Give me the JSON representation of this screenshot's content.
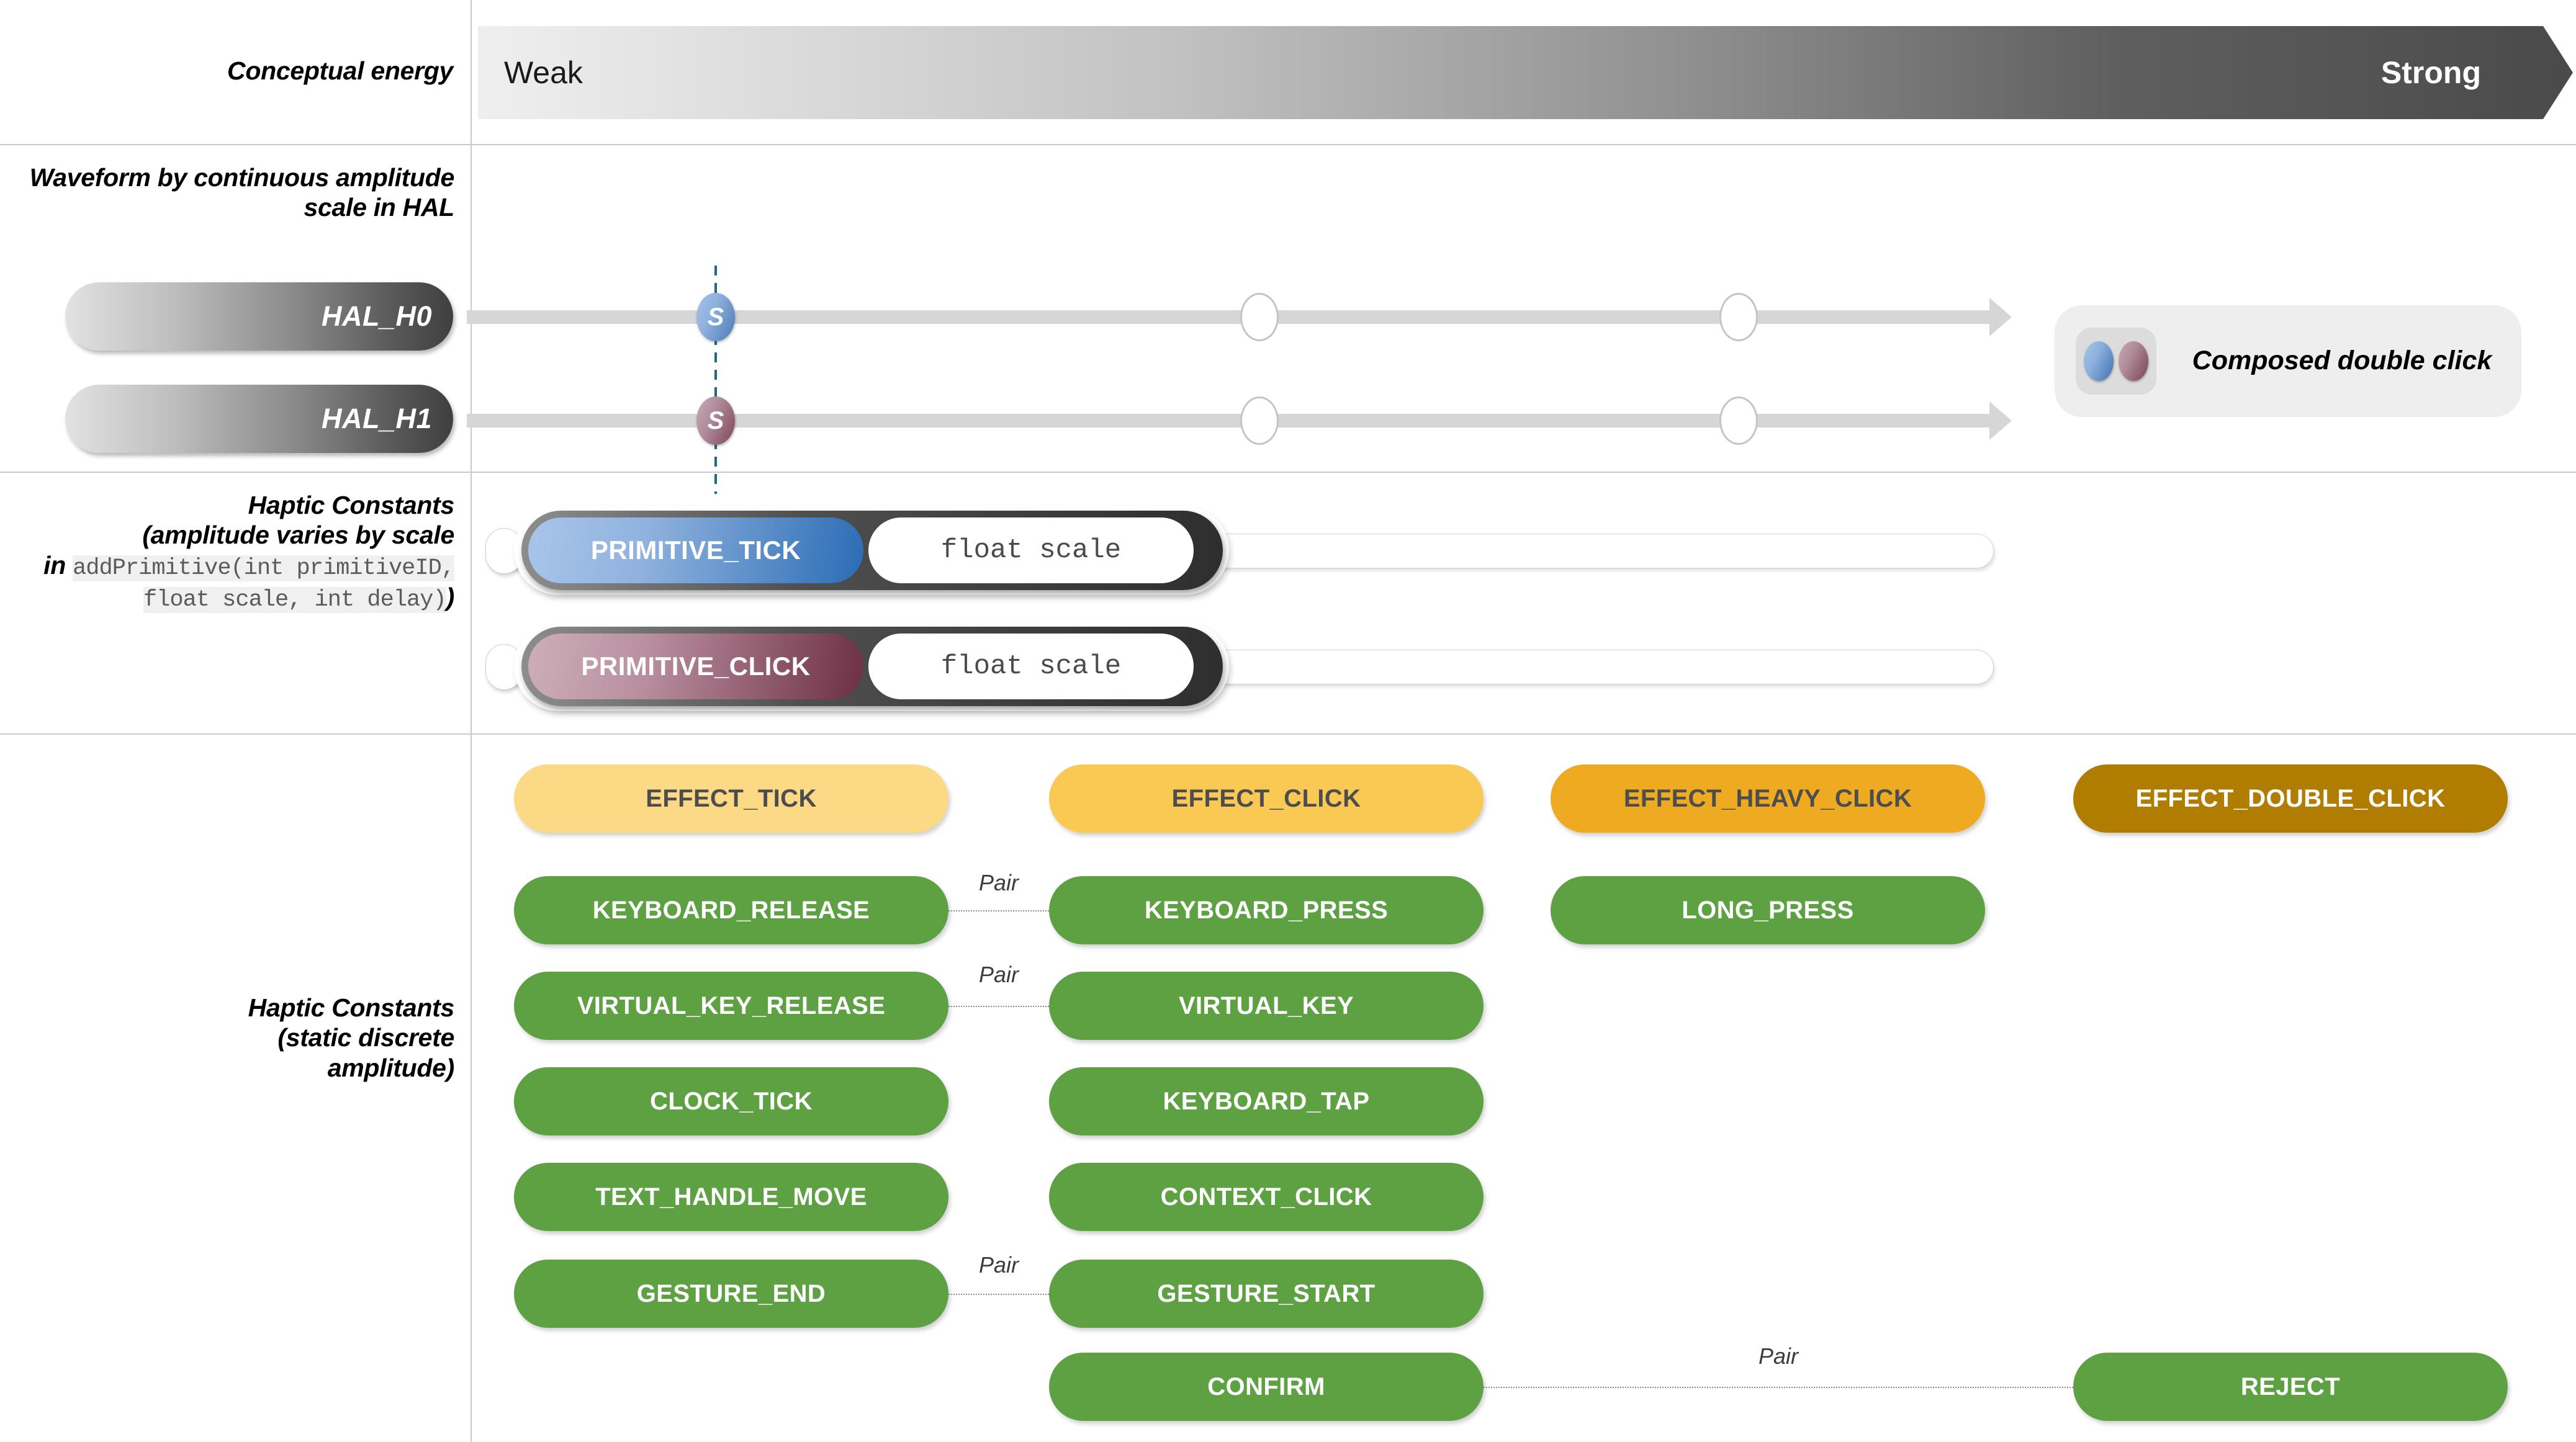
{
  "sections": {
    "conceptual_energy": {
      "label": "Conceptual energy",
      "scale_weak": "Weak",
      "scale_strong": "Strong"
    },
    "waveform": {
      "label": "Waveform by continuous amplitude scale in HAL",
      "rows": [
        {
          "name": "HAL_H0",
          "marker": "S"
        },
        {
          "name": "HAL_H1",
          "marker": "S"
        }
      ],
      "composed": {
        "title": "Composed double click"
      }
    },
    "primitives": {
      "label_line1": "Haptic Constants",
      "label_line2": "(amplitude varies by scale",
      "label_line3_pre": "in ",
      "label_code": "addPrimitive(int primitiveID, float scale, int delay)",
      "label_line3_post": ")",
      "rows": [
        {
          "name": "PRIMITIVE_TICK",
          "param": "float scale"
        },
        {
          "name": "PRIMITIVE_CLICK",
          "param": "float scale"
        }
      ]
    },
    "constants": {
      "label_line1": "Haptic Constants",
      "label_line2": "(static discrete",
      "label_line3": "amplitude)",
      "effects": [
        {
          "name": "EFFECT_TICK",
          "color": "#fbd985",
          "text_color": "#4d4d4d"
        },
        {
          "name": "EFFECT_CLICK",
          "color": "#f9c košt"
        },
        {
          "name": "EFFECT_HEAVY_CLICK",
          "color": "#eeab22",
          "text_color": "#4d4d4d"
        },
        {
          "name": "EFFECT_DOUBLE_CLICK",
          "color": "#b07d00",
          "text_color": "#ffffff"
        }
      ],
      "items": [
        "KEYBOARD_RELEASE",
        "KEYBOARD_PRESS",
        "LONG_PRESS",
        "VIRTUAL_KEY_RELEASE",
        "VIRTUAL_KEY",
        "CLOCK_TICK",
        "KEYBOARD_TAP",
        "TEXT_HANDLE_MOVE",
        "CONTEXT_CLICK",
        "GESTURE_END",
        "GESTURE_START",
        "CONFIRM",
        "REJECT"
      ],
      "pair_label": "Pair",
      "pairs": [
        [
          "KEYBOARD_RELEASE",
          "KEYBOARD_PRESS"
        ],
        [
          "VIRTUAL_KEY_RELEASE",
          "VIRTUAL_KEY"
        ],
        [
          "GESTURE_END",
          "GESTURE_START"
        ],
        [
          "CONFIRM",
          "REJECT"
        ]
      ]
    }
  },
  "effect_pills": [
    {
      "label": "EFFECT_TICK"
    },
    {
      "label": "EFFECT_CLICK"
    },
    {
      "label": "EFFECT_HEAVY_CLICK"
    },
    {
      "label": "EFFECT_DOUBLE_CLICK"
    }
  ],
  "green_pills": {
    "c1": [
      "KEYBOARD_RELEASE",
      "VIRTUAL_KEY_RELEASE",
      "CLOCK_TICK",
      "TEXT_HANDLE_MOVE",
      "GESTURE_END"
    ],
    "c2": [
      "KEYBOARD_PRESS",
      "VIRTUAL_KEY",
      "KEYBOARD_TAP",
      "CONTEXT_CLICK",
      "GESTURE_START",
      "CONFIRM"
    ],
    "c3": [
      "LONG_PRESS"
    ],
    "c4": [
      "REJECT"
    ]
  },
  "pair_labels": [
    "Pair",
    "Pair",
    "Pair",
    "Pair"
  ],
  "colors": {
    "green": "#5da143",
    "effect_tick": "#fbd985",
    "effect_click": "#f9c954",
    "effect_heavy_click": "#eeab22",
    "effect_double_click": "#b07d00",
    "rule": "#c9c9c9",
    "hal_blue": "#4a7ab5",
    "hal_mauve": "#7d4557"
  }
}
